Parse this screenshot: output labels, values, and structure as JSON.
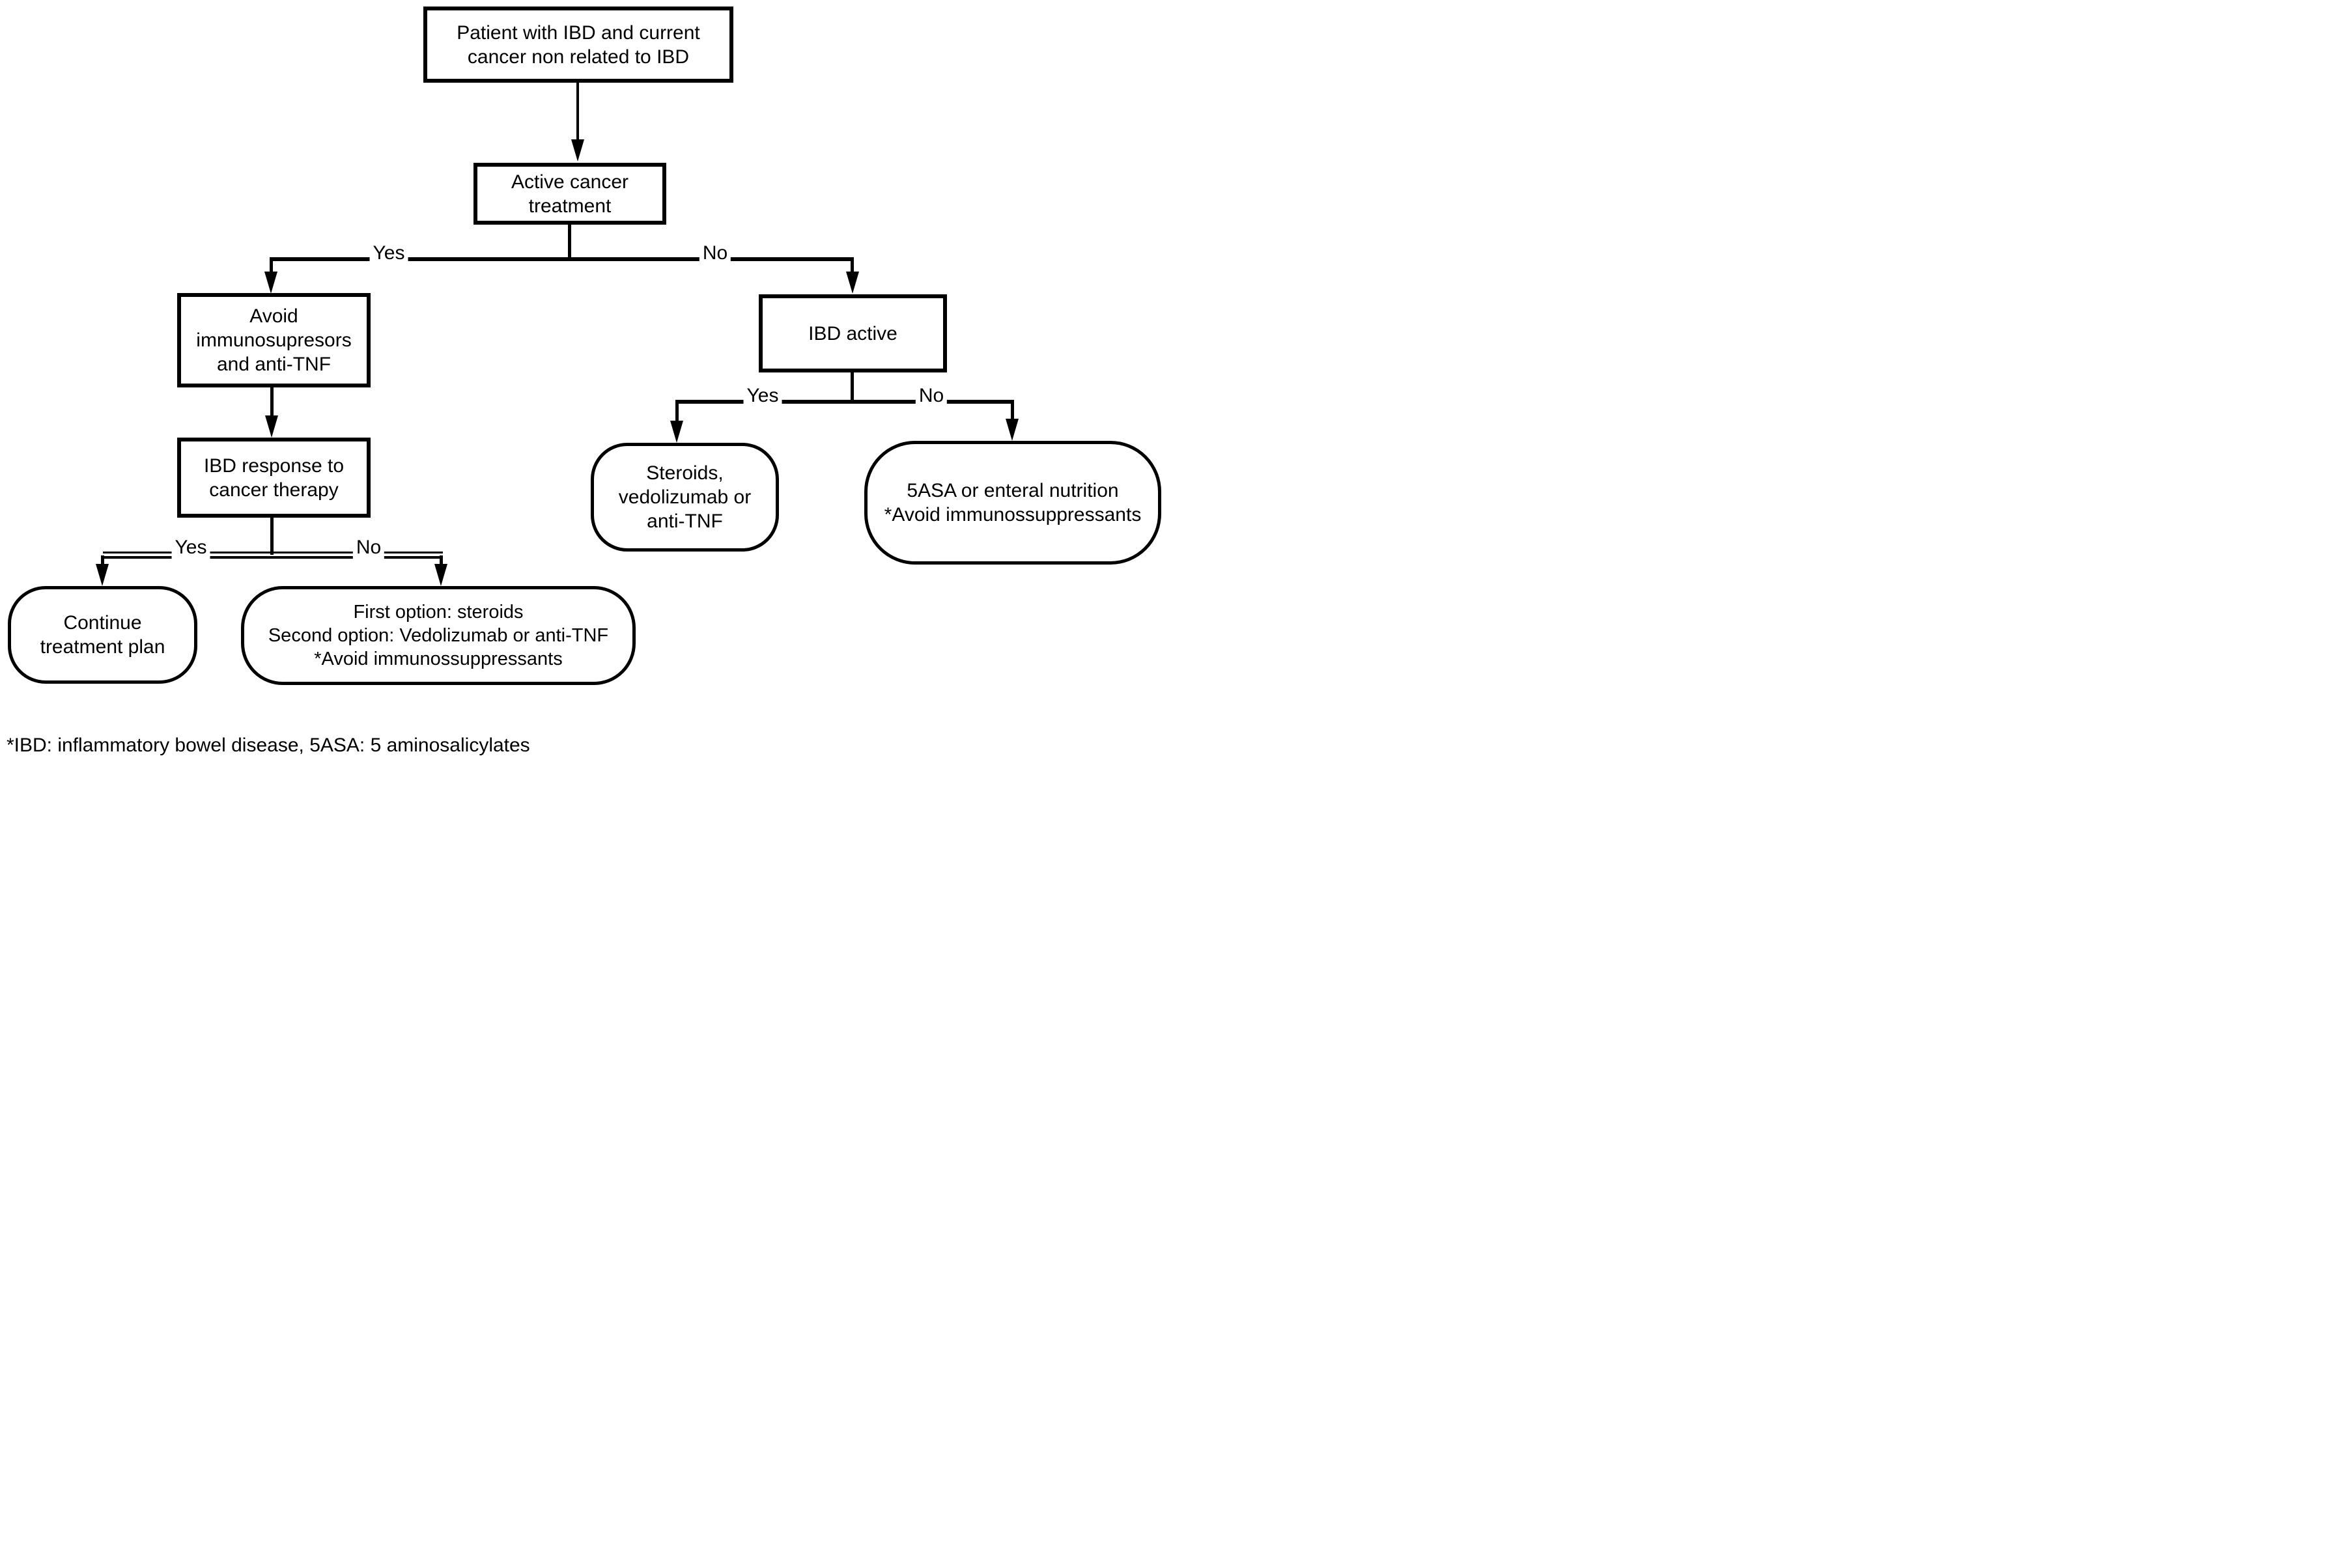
{
  "flowchart": {
    "nodes": {
      "patient": {
        "lines": [
          "Patient with IBD and current",
          "cancer non related to IBD"
        ]
      },
      "treatment": {
        "lines": [
          "Active cancer",
          "treatment"
        ]
      },
      "avoid": {
        "lines": [
          "Avoid",
          "immunosupresors",
          "and anti-TNF"
        ]
      },
      "ibd_active": {
        "lines": [
          "IBD active"
        ]
      },
      "response": {
        "lines": [
          "IBD response to",
          "cancer therapy"
        ]
      },
      "continue": {
        "lines": [
          "Continue",
          "treatment plan"
        ]
      },
      "no_response": {
        "lines": [
          "First option: steroids",
          "Second option: Vedolizumab or anti-TNF",
          "*Avoid immunossuppressants"
        ]
      },
      "steroids": {
        "lines": [
          "Steroids,",
          "vedolizumab or",
          "anti-TNF"
        ]
      },
      "fiveasa": {
        "lines": [
          "5ASA or enteral nutrition",
          "*Avoid immunossuppressants"
        ]
      }
    },
    "branch_labels": {
      "yes": "Yes",
      "no": "No"
    },
    "footnote": "*IBD: inflammatory bowel disease, 5ASA: 5 aminosalicylates",
    "colors": {
      "line": "#000000",
      "background": "#ffffff",
      "text": "#000000"
    }
  }
}
